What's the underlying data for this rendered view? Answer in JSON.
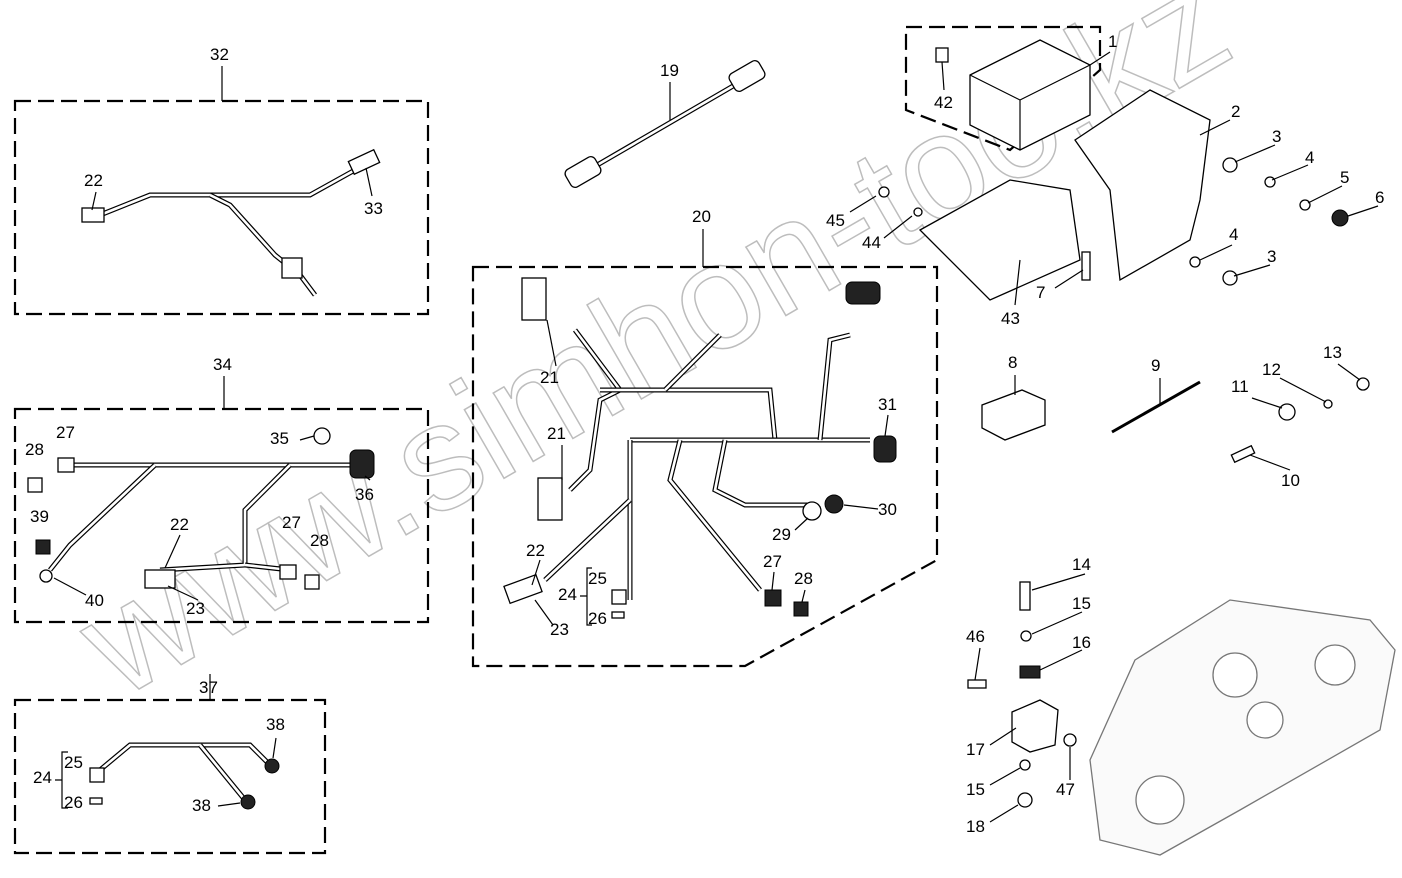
{
  "watermark": "www.simhon-too.kz",
  "groups": {
    "g32": "32",
    "g34": "34",
    "g37": "37",
    "g20": "20",
    "g19": "19"
  },
  "callouts": {
    "c32_22": "22",
    "c32_33": "33",
    "c34_35": "35",
    "c34_28a": "28",
    "c34_27a": "27",
    "c34_36": "36",
    "c34_39": "39",
    "c34_40": "40",
    "c34_22": "22",
    "c34_27b": "27",
    "c34_28b": "28",
    "c34_23": "23",
    "c37_38a": "38",
    "c37_38b": "38",
    "c37_24": "24",
    "c37_25": "25",
    "c37_26": "26",
    "c20_21a": "21",
    "c20_21b": "21",
    "c20_31": "31",
    "c20_30": "30",
    "c20_29": "29",
    "c20_22": "22",
    "c20_25": "25",
    "c20_24": "24",
    "c20_26": "26",
    "c20_23": "23",
    "c20_27": "27",
    "c20_28": "28",
    "r1": "1",
    "r42": "42",
    "r2": "2",
    "r3a": "3",
    "r4a": "4",
    "r5": "5",
    "r6": "6",
    "r45": "45",
    "r44": "44",
    "r7": "7",
    "r43": "43",
    "r4b": "4",
    "r3b": "3",
    "r8": "8",
    "r9": "9",
    "r13": "13",
    "r12": "12",
    "r11": "11",
    "r10": "10",
    "r14": "14",
    "r15a": "15",
    "r16": "16",
    "r46": "46",
    "r17": "17",
    "r15b": "15",
    "r47": "47",
    "r18": "18"
  }
}
